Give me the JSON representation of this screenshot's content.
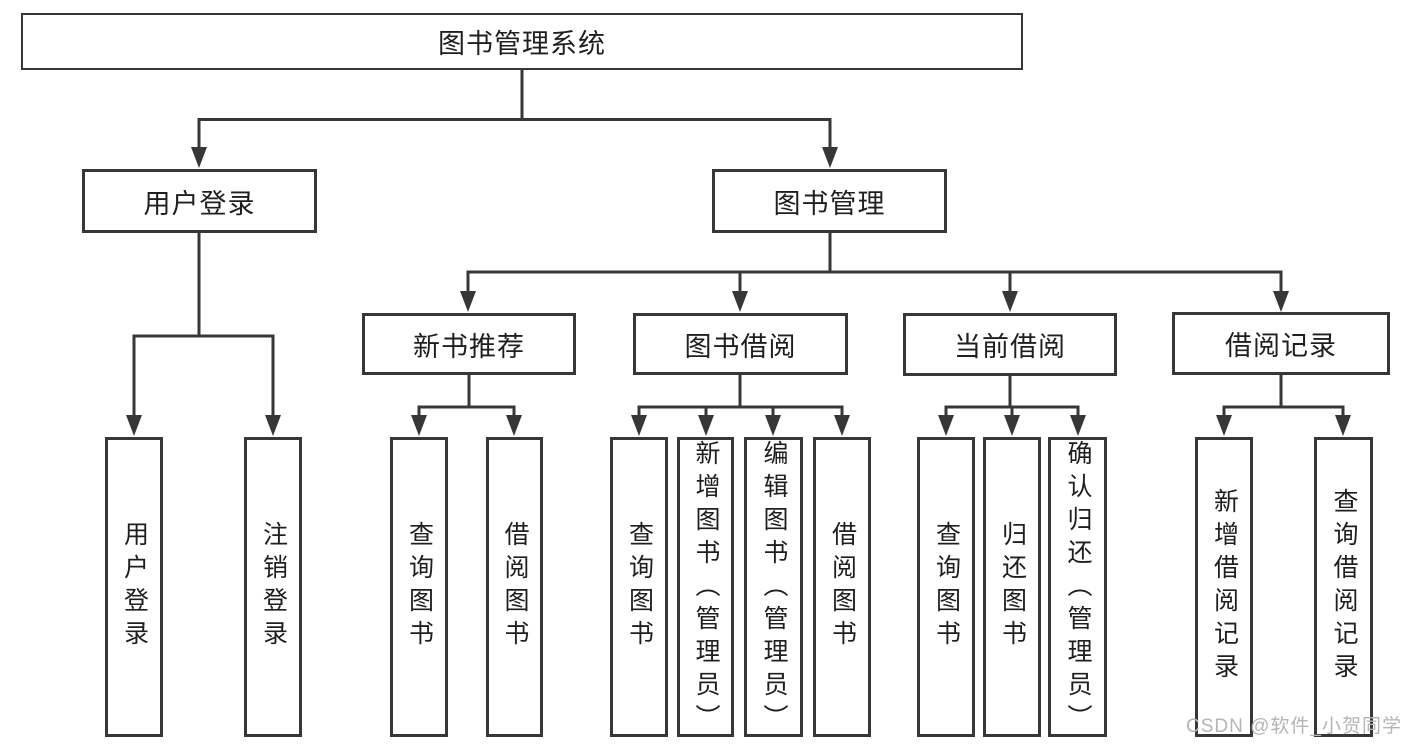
{
  "diagram_type": "hierarchy-tree",
  "tree": {
    "label": "图书管理系统",
    "children": [
      {
        "label": "用户登录",
        "children": [
          {
            "label": "用户登录"
          },
          {
            "label": "注销登录"
          }
        ]
      },
      {
        "label": "图书管理",
        "children": [
          {
            "label": "新书推荐",
            "children": [
              {
                "label": "查询图书"
              },
              {
                "label": "借阅图书"
              }
            ]
          },
          {
            "label": "图书借阅",
            "children": [
              {
                "label": "查询图书"
              },
              {
                "label": "新增图书（管理员）"
              },
              {
                "label": "编辑图书（管理员）"
              },
              {
                "label": "借阅图书"
              }
            ]
          },
          {
            "label": "当前借阅",
            "children": [
              {
                "label": "查询图书"
              },
              {
                "label": "归还图书"
              },
              {
                "label": "确认归还（管理员）"
              }
            ]
          },
          {
            "label": "借阅记录",
            "children": [
              {
                "label": "新增借阅记录"
              },
              {
                "label": "查询借阅记录"
              }
            ]
          }
        ]
      }
    ]
  },
  "watermark": {
    "text": "CSDN @软件_小贺同学"
  },
  "colors": {
    "line": "#373737",
    "box_border": "#373737",
    "text": "#1f1f1f",
    "background": "#ffffff",
    "watermark": "#b5b5b5"
  }
}
